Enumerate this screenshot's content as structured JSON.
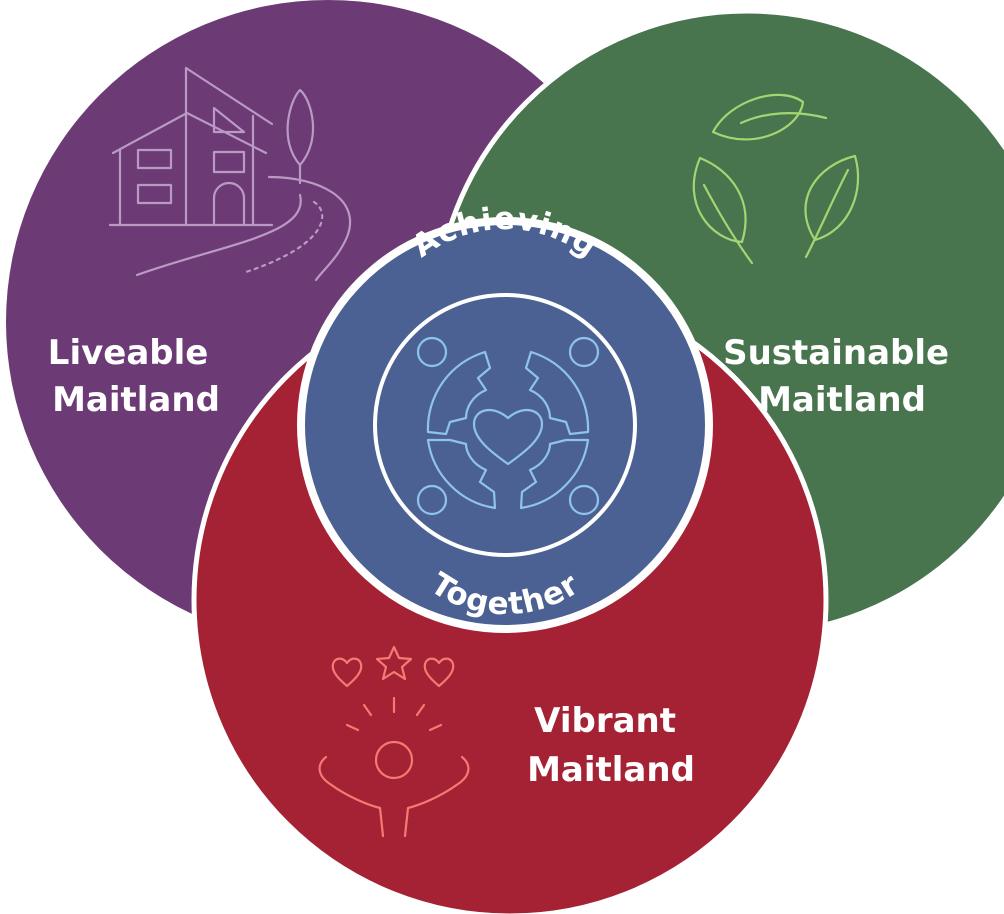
{
  "diagram": {
    "liveable": {
      "line1": "Liveable",
      "line2": "Maitland",
      "color": "#6c3a75",
      "icon": "house-tree-road-icon"
    },
    "sustainable": {
      "line1": "Sustainable",
      "line2": "Maitland",
      "color": "#48744e",
      "icon": "recycle-leaves-icon"
    },
    "vibrant": {
      "line1": "Vibrant",
      "line2": "Maitland",
      "color": "#a42234",
      "icon": "celebrating-person-icon"
    },
    "center": {
      "top_text": "Achieving",
      "bottom_text": "Together",
      "color": "#4b6193",
      "icon": "community-heart-icon"
    }
  }
}
